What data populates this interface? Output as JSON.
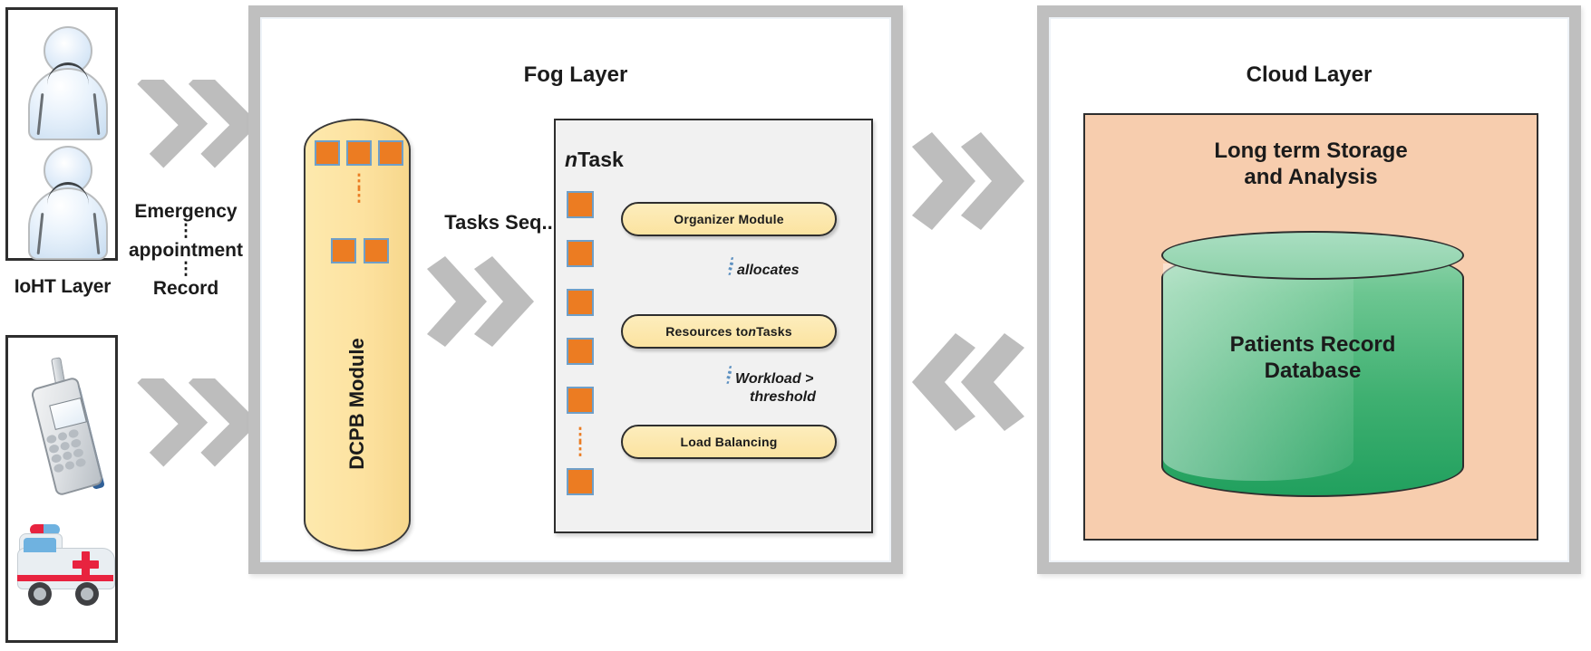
{
  "ioht": {
    "layer_label": "IoHT Layer",
    "icons": [
      "person-icon",
      "person-icon",
      "mobile-phone-icon",
      "ambulance-icon"
    ]
  },
  "flow": {
    "label_1": "Emergency",
    "dots_1": "⋮",
    "label_2": "appointment",
    "dots_2": "⋮",
    "label_3": "Record",
    "tasks_seq": "Tasks Seq.."
  },
  "fog": {
    "title": "Fog Layer",
    "dcpb_label": "DCPB Module",
    "ntask_label_italic": "n",
    "ntask_label_rest": "Task",
    "modules": [
      {
        "label": "Organizer Module"
      },
      {
        "label_plain": "Resources to ",
        "label_italic": "n",
        "label_tail": "Tasks"
      },
      {
        "label": "Load Balancing"
      }
    ],
    "relations": [
      {
        "text": "allocates"
      },
      {
        "line1": "Workload >",
        "line2": "threshold"
      }
    ],
    "dots_glyph": "⋮"
  },
  "cloud": {
    "title": "Cloud Layer",
    "box_title_line1": "Long term Storage",
    "box_title_line2": "and Analysis",
    "db_label_line1": "Patients Record",
    "db_label_line2": "Database"
  },
  "colors": {
    "frame_gray": "#bfbfbf",
    "arrow_gray": "#bdbdbd",
    "dcpb_yellow": "#fde2a0",
    "tile_orange": "#ec7c22",
    "tile_border_blue": "#6f9fc8",
    "panel_gray": "#f1f1f1",
    "cloud_box_peach": "#f7cdae",
    "db_green": "#3fb071",
    "text_dark": "#1b1b1b"
  }
}
